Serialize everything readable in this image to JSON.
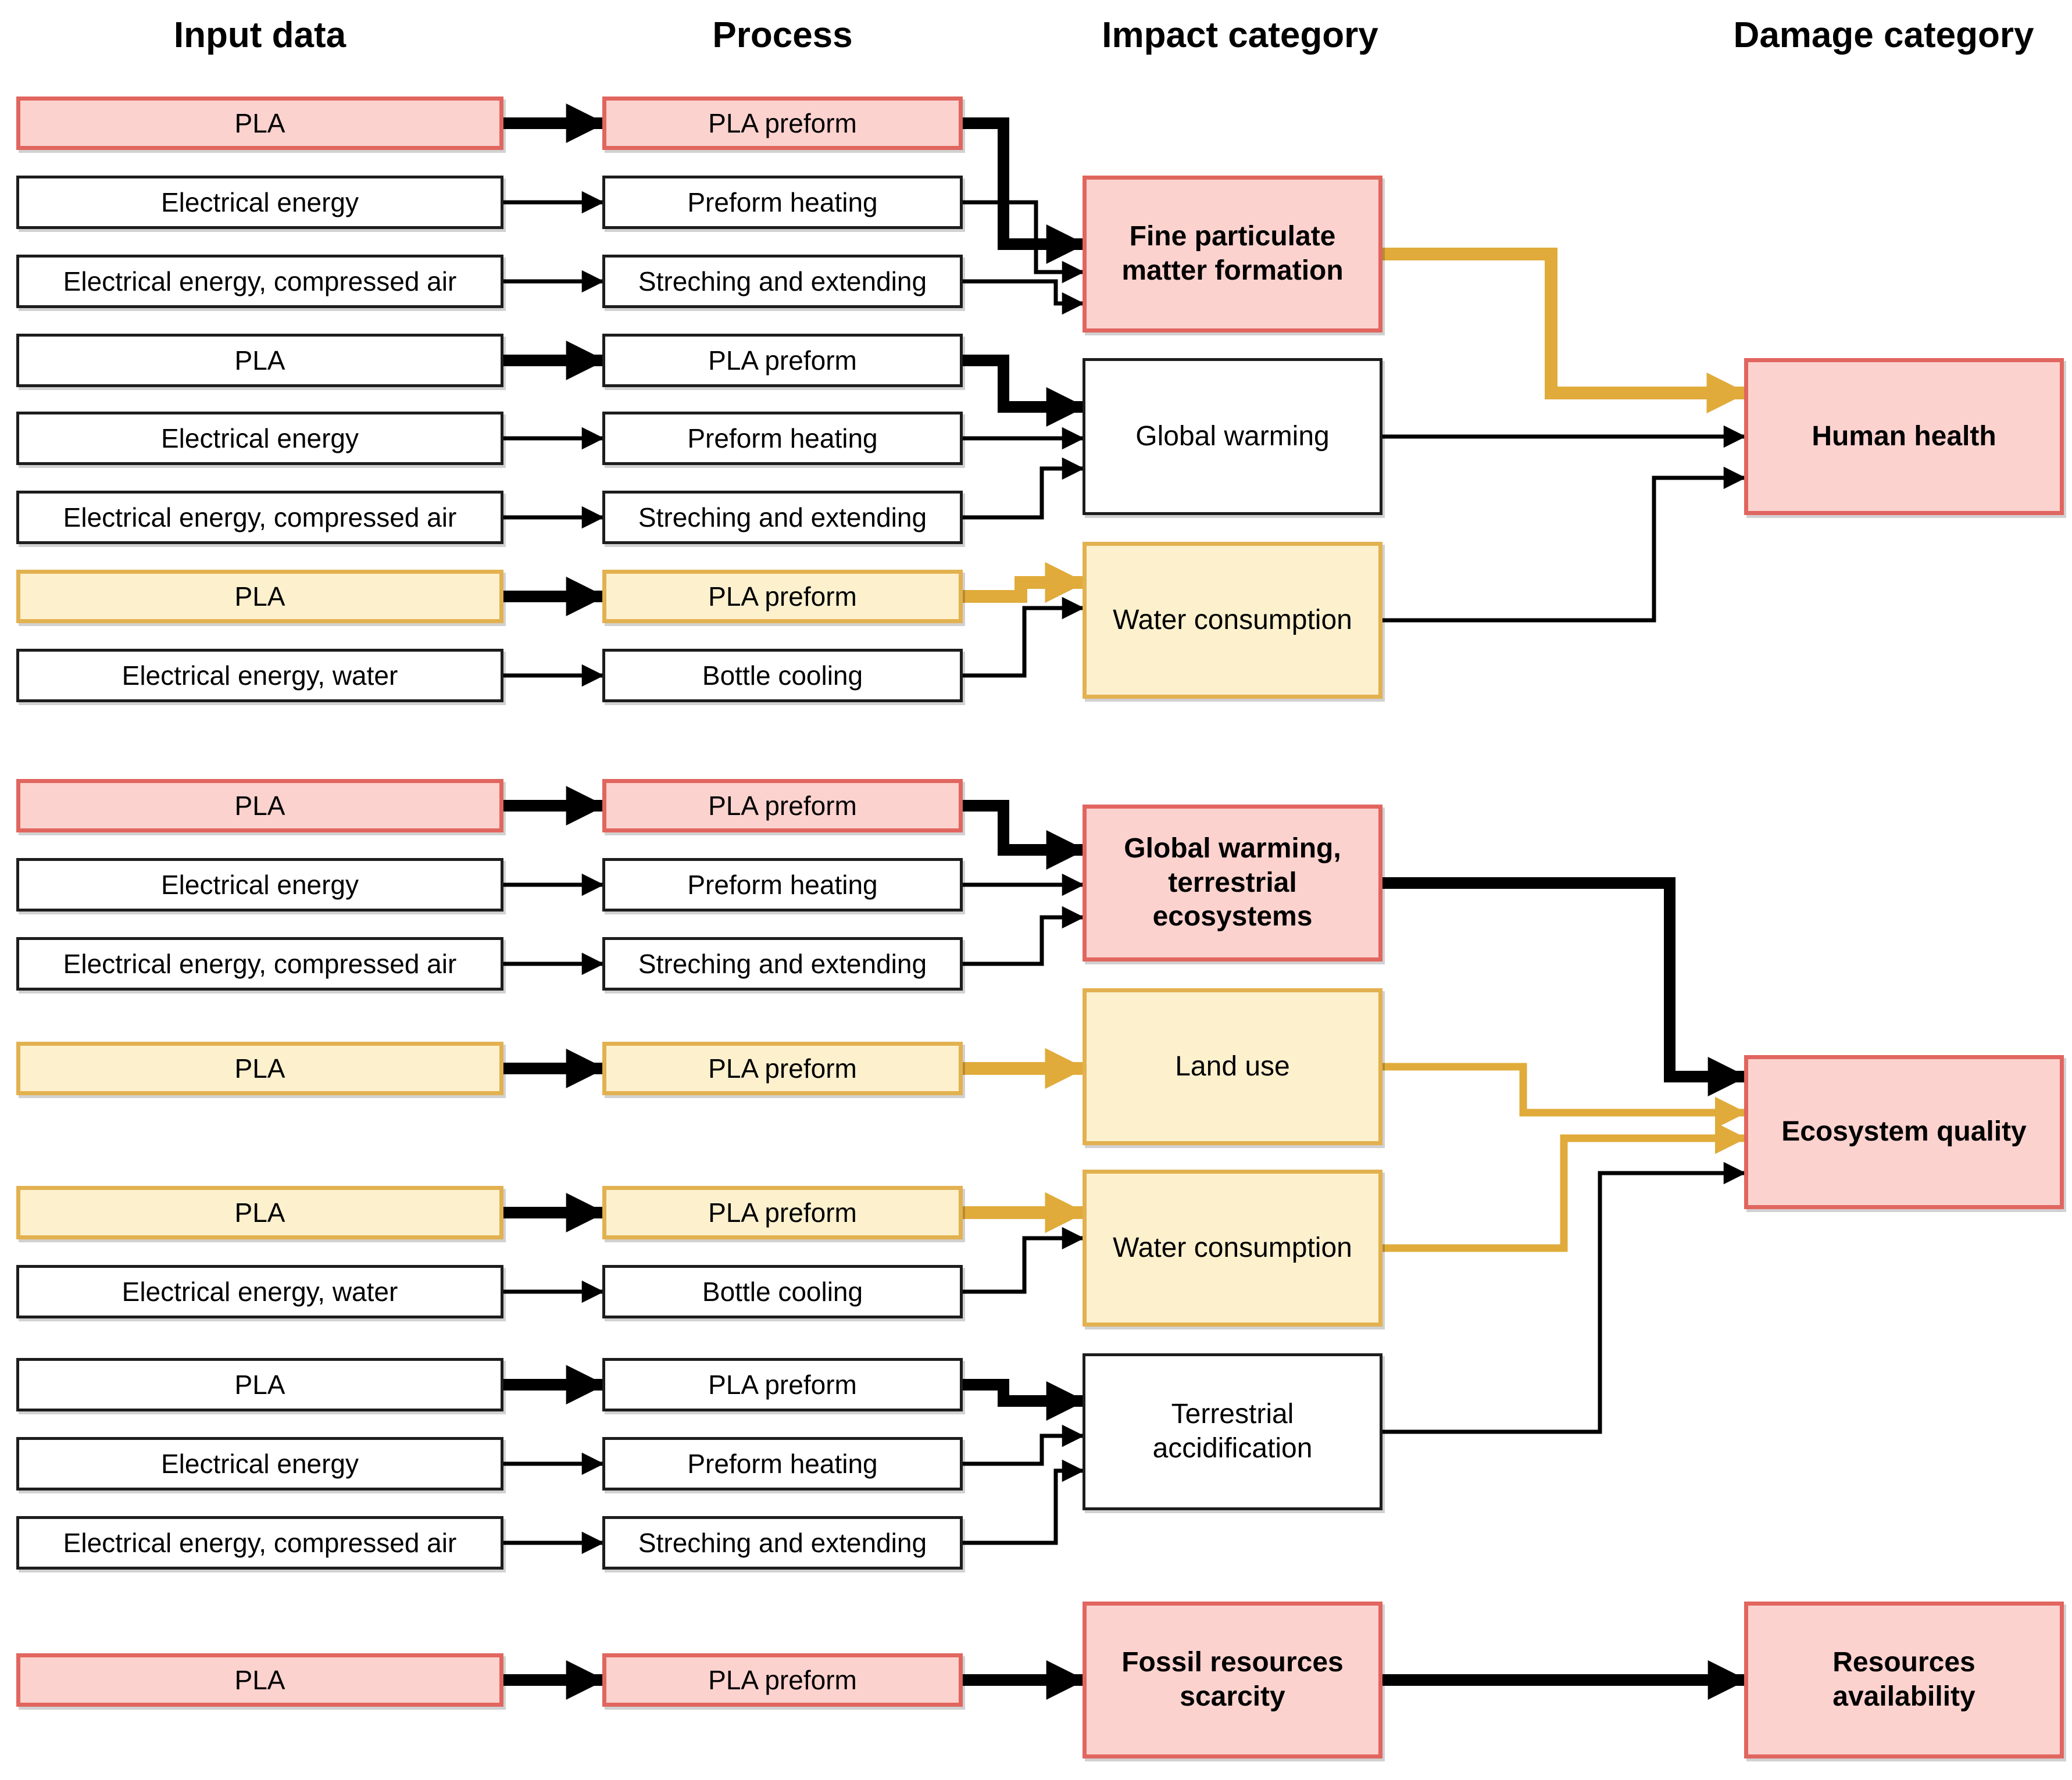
{
  "headers": {
    "input_data": "Input data",
    "process": "Process",
    "impact_category": "Impact category",
    "damage_category": "Damage category"
  },
  "rows": [
    {
      "input": "PLA",
      "process": "PLA preform",
      "style": "pink"
    },
    {
      "input": "Electrical energy",
      "process": "Preform heating",
      "style": "white"
    },
    {
      "input": "Electrical energy, compressed air",
      "process": "Streching and extending",
      "style": "white"
    },
    {
      "input": "PLA",
      "process": "PLA preform",
      "style": "white"
    },
    {
      "input": "Electrical energy",
      "process": "Preform heating",
      "style": "white"
    },
    {
      "input": "Electrical energy, compressed air",
      "process": "Streching and extending",
      "style": "white"
    },
    {
      "input": "PLA",
      "process": "PLA preform",
      "style": "yellow"
    },
    {
      "input": "Electrical energy, water",
      "process": "Bottle cooling",
      "style": "white"
    },
    {
      "input": "PLA",
      "process": "PLA preform",
      "style": "pink"
    },
    {
      "input": "Electrical energy",
      "process": "Preform heating",
      "style": "white"
    },
    {
      "input": "Electrical energy, compressed air",
      "process": "Streching and extending",
      "style": "white"
    },
    {
      "input": "PLA",
      "process": "PLA preform",
      "style": "yellow"
    },
    {
      "input": "PLA",
      "process": "PLA preform",
      "style": "yellow"
    },
    {
      "input": "Electrical energy, water",
      "process": "Bottle cooling",
      "style": "white"
    },
    {
      "input": "PLA",
      "process": "PLA preform",
      "style": "white"
    },
    {
      "input": "Electrical energy",
      "process": "Preform heating",
      "style": "white"
    },
    {
      "input": "Electrical energy, compressed air",
      "process": "Streching and extending",
      "style": "white"
    },
    {
      "input": "PLA",
      "process": "PLA preform",
      "style": "pink"
    }
  ],
  "impact_boxes": [
    {
      "label": "Fine particulate\nmatter formation",
      "style": "pink"
    },
    {
      "label": "Global warming",
      "style": "white"
    },
    {
      "label": "Water consumption",
      "style": "yellow"
    },
    {
      "label": "Global warming,\nterrestrial\necosystems",
      "style": "pink"
    },
    {
      "label": "Land use",
      "style": "yellow"
    },
    {
      "label": "Water consumption",
      "style": "yellow"
    },
    {
      "label": "Terrestrial\naccidification",
      "style": "white"
    },
    {
      "label": "Fossil resources\nscarcity",
      "style": "pink"
    }
  ],
  "damage_boxes": [
    {
      "label": "Human health",
      "style": "pink"
    },
    {
      "label": "Ecosystem quality",
      "style": "pink"
    },
    {
      "label": "Resources\navailability",
      "style": "pink"
    }
  ],
  "colors": {
    "pink_fill": "#fcd2ce",
    "pink_border": "#e0665f",
    "yellow_fill": "#fdf0cd",
    "yellow_border": "#e2b150",
    "arrow_yellow": "#e0ab3a",
    "arrow_black": "#000000",
    "box_border_black": "#1d1d1d",
    "text": "#000000",
    "background": "#ffffff"
  }
}
